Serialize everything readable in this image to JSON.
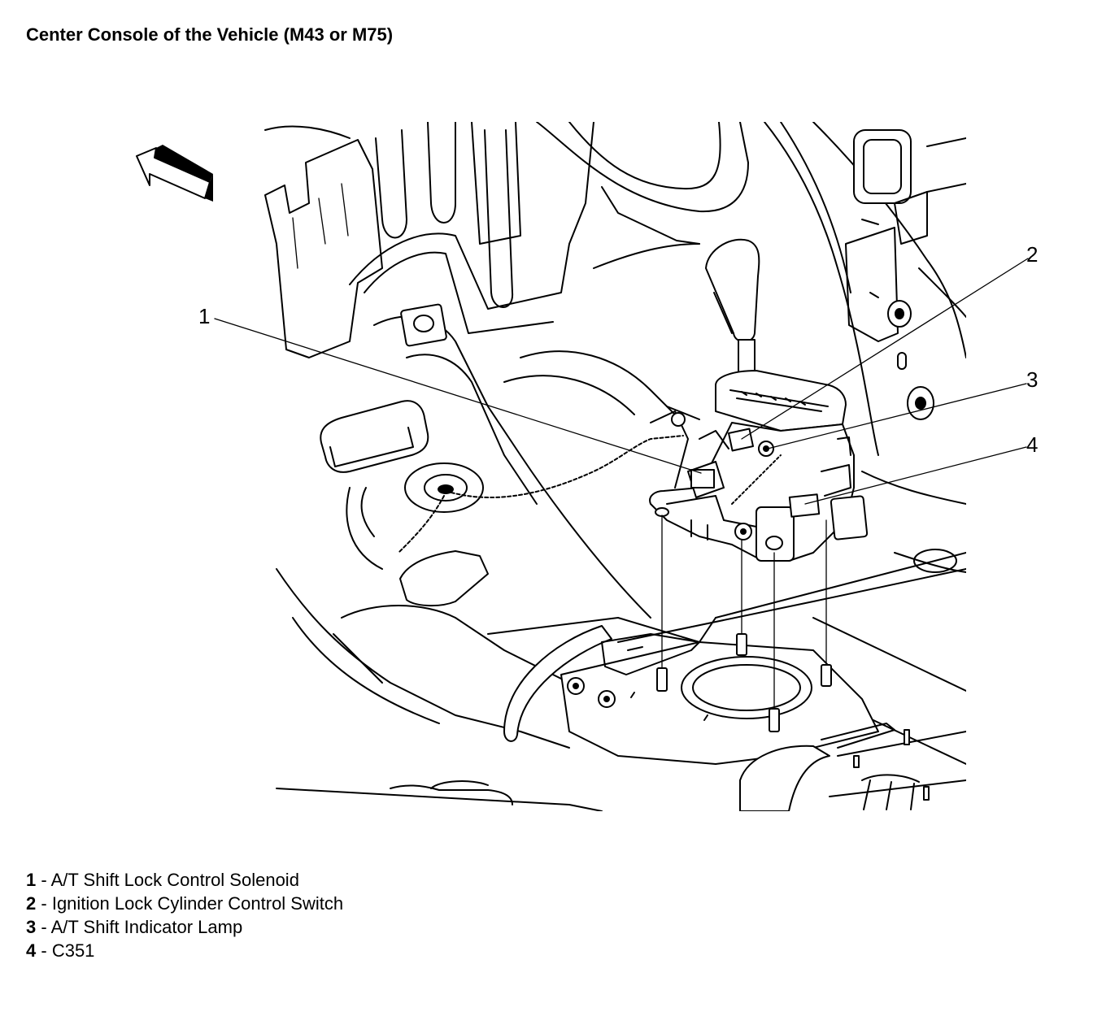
{
  "title": "Center Console of the Vehicle (M43 or M75)",
  "callouts": [
    {
      "number": "1",
      "label": "A/T Shift Lock Control Solenoid"
    },
    {
      "number": "2",
      "label": "Ignition Lock Cylinder Control Switch"
    },
    {
      "number": "3",
      "label": "A/T Shift Indicator Lamp"
    },
    {
      "number": "4",
      "label": "C351"
    }
  ],
  "legend_separator": "-",
  "icons": {
    "direction_arrow": "forward-arrow-icon"
  }
}
